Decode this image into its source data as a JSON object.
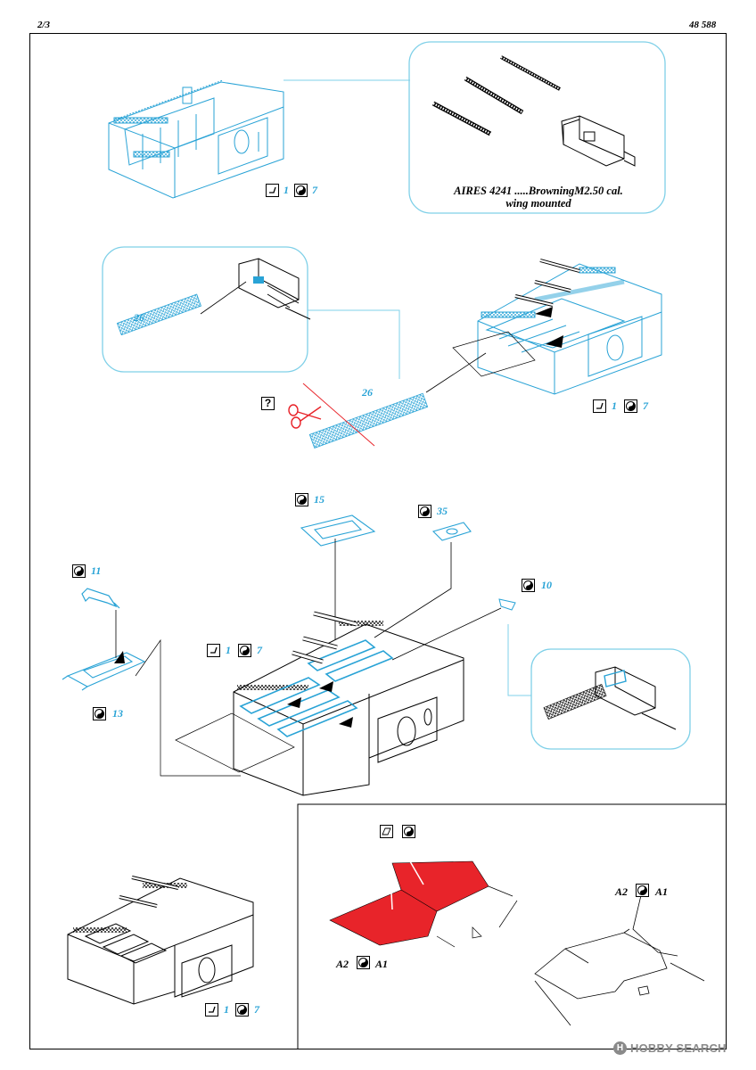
{
  "header": {
    "page": "2/3",
    "code": "48 588"
  },
  "aires_box": {
    "line1": "AIRES 4241 .....BrowningM2.50 cal.",
    "line2": "wing mounted"
  },
  "steps": {
    "s1": {
      "ref1": "1",
      "ref2": "7"
    },
    "s2": {
      "part_detail": "26",
      "part_main": "26",
      "question": "?",
      "ref1": "1",
      "ref2": "7"
    },
    "s3": {
      "p15": "15",
      "p35": "35",
      "p11": "11",
      "p10": "10",
      "p13": "13",
      "ref1": "1",
      "ref2": "7"
    },
    "s4": {
      "ref1": "1",
      "ref2": "7"
    },
    "paint": {
      "a2_left": "A2",
      "a1_left": "A1",
      "a2_right": "A2",
      "a1_right": "A1",
      "red": "#e8242a"
    }
  },
  "watermark": {
    "text": "HOBBY SEARCH"
  },
  "colors": {
    "cyan": "#29a3d6",
    "line": "#000000",
    "box_border": "#7fd0e8"
  }
}
